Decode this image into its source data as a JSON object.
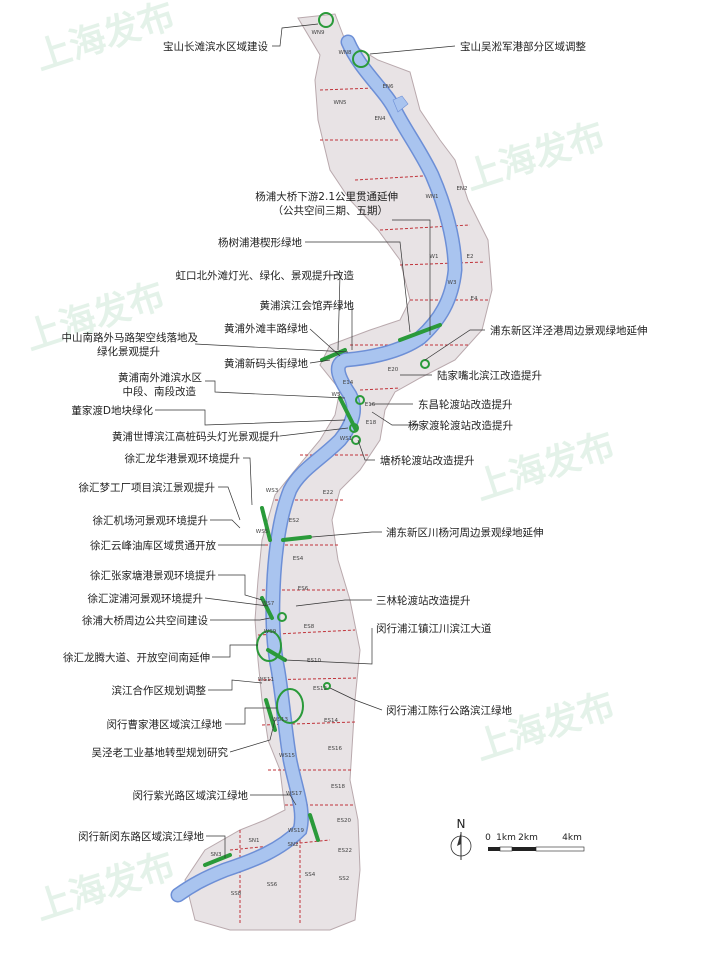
{
  "watermarks": [
    "上海发布",
    "上海发布",
    "上海发布",
    "上海发布",
    "上海发布",
    "上海发布"
  ],
  "left_labels": [
    "宝山长滩滨水区域建设",
    "杨浦大桥下游2.1公里贯通延伸",
    "（公共空间三期、五期）",
    "杨树浦港楔形绿地",
    "虹口北外滩灯光、绿化、景观提升改造",
    "黄浦滨江会馆弄绿地",
    "黄浦外滩丰路绿地",
    "中山南路外马路架空线落地及",
    "绿化景观提升",
    "黄浦新码头街绿地",
    "黄浦南外滩滨水区",
    "中段、南段改造",
    "董家渡D地块绿化",
    "黄浦世博滨江高桩码头灯光景观提升",
    "徐汇龙华港景观环境提升",
    "徐汇梦工厂项目滨江景观提升",
    "徐汇机场河景观环境提升",
    "徐汇云峰油库区域贯通开放",
    "徐汇张家塘港景观环境提升",
    "徐汇淀浦河景观环境提升",
    "徐浦大桥周边公共空间建设",
    "徐汇龙腾大道、开放空间南延伸",
    "滨江合作区规划调整",
    "闵行曹家港区域滨江绿地",
    "吴泾老工业基地转型规划研究",
    "闵行紫光路区域滨江绿地",
    "闵行新闵东路区域滨江绿地"
  ],
  "right_labels": [
    "宝山吴淞军港部分区域调整",
    "浦东新区洋泾港周边景观绿地延伸",
    "陆家嘴北滨江改造提升",
    "东昌轮渡站改造提升",
    "杨家渡轮渡站改造提升",
    "塘桥轮渡站改造提升",
    "浦东新区川杨河周边景观绿地延伸",
    "三林轮渡站改造提升",
    "闵行浦江镇江川滨江大道",
    "闵行浦江陈行公路滨江绿地"
  ],
  "zones": [
    "WN9",
    "WN8",
    "EN6",
    "WN5",
    "EN4",
    "EN2",
    "WN1",
    "W1",
    "E2",
    "W3",
    "E4",
    "E20",
    "E14",
    "E16",
    "E18",
    "W5",
    "WS1",
    "WS3",
    "E22",
    "ES2",
    "WS5",
    "ES4",
    "ES6",
    "WS7",
    "ES8",
    "WS9",
    "ES10",
    "WS11",
    "ES12",
    "WS13",
    "ES14",
    "WS15",
    "ES16",
    "WS17",
    "ES18",
    "ES20",
    "WS19",
    "SN3",
    "SN1",
    "SN2",
    "ES22",
    "SS8",
    "SS6",
    "SS4",
    "SS2"
  ],
  "scale_bar": {
    "north": "N",
    "ticks": [
      "0",
      "1km",
      "2km",
      "4km"
    ]
  },
  "colors": {
    "river": "#a9c4ef",
    "river_edge": "#6d8fd6",
    "land": "#e8e3e5",
    "border": "#c0333a",
    "green": "#2a9a3a"
  }
}
